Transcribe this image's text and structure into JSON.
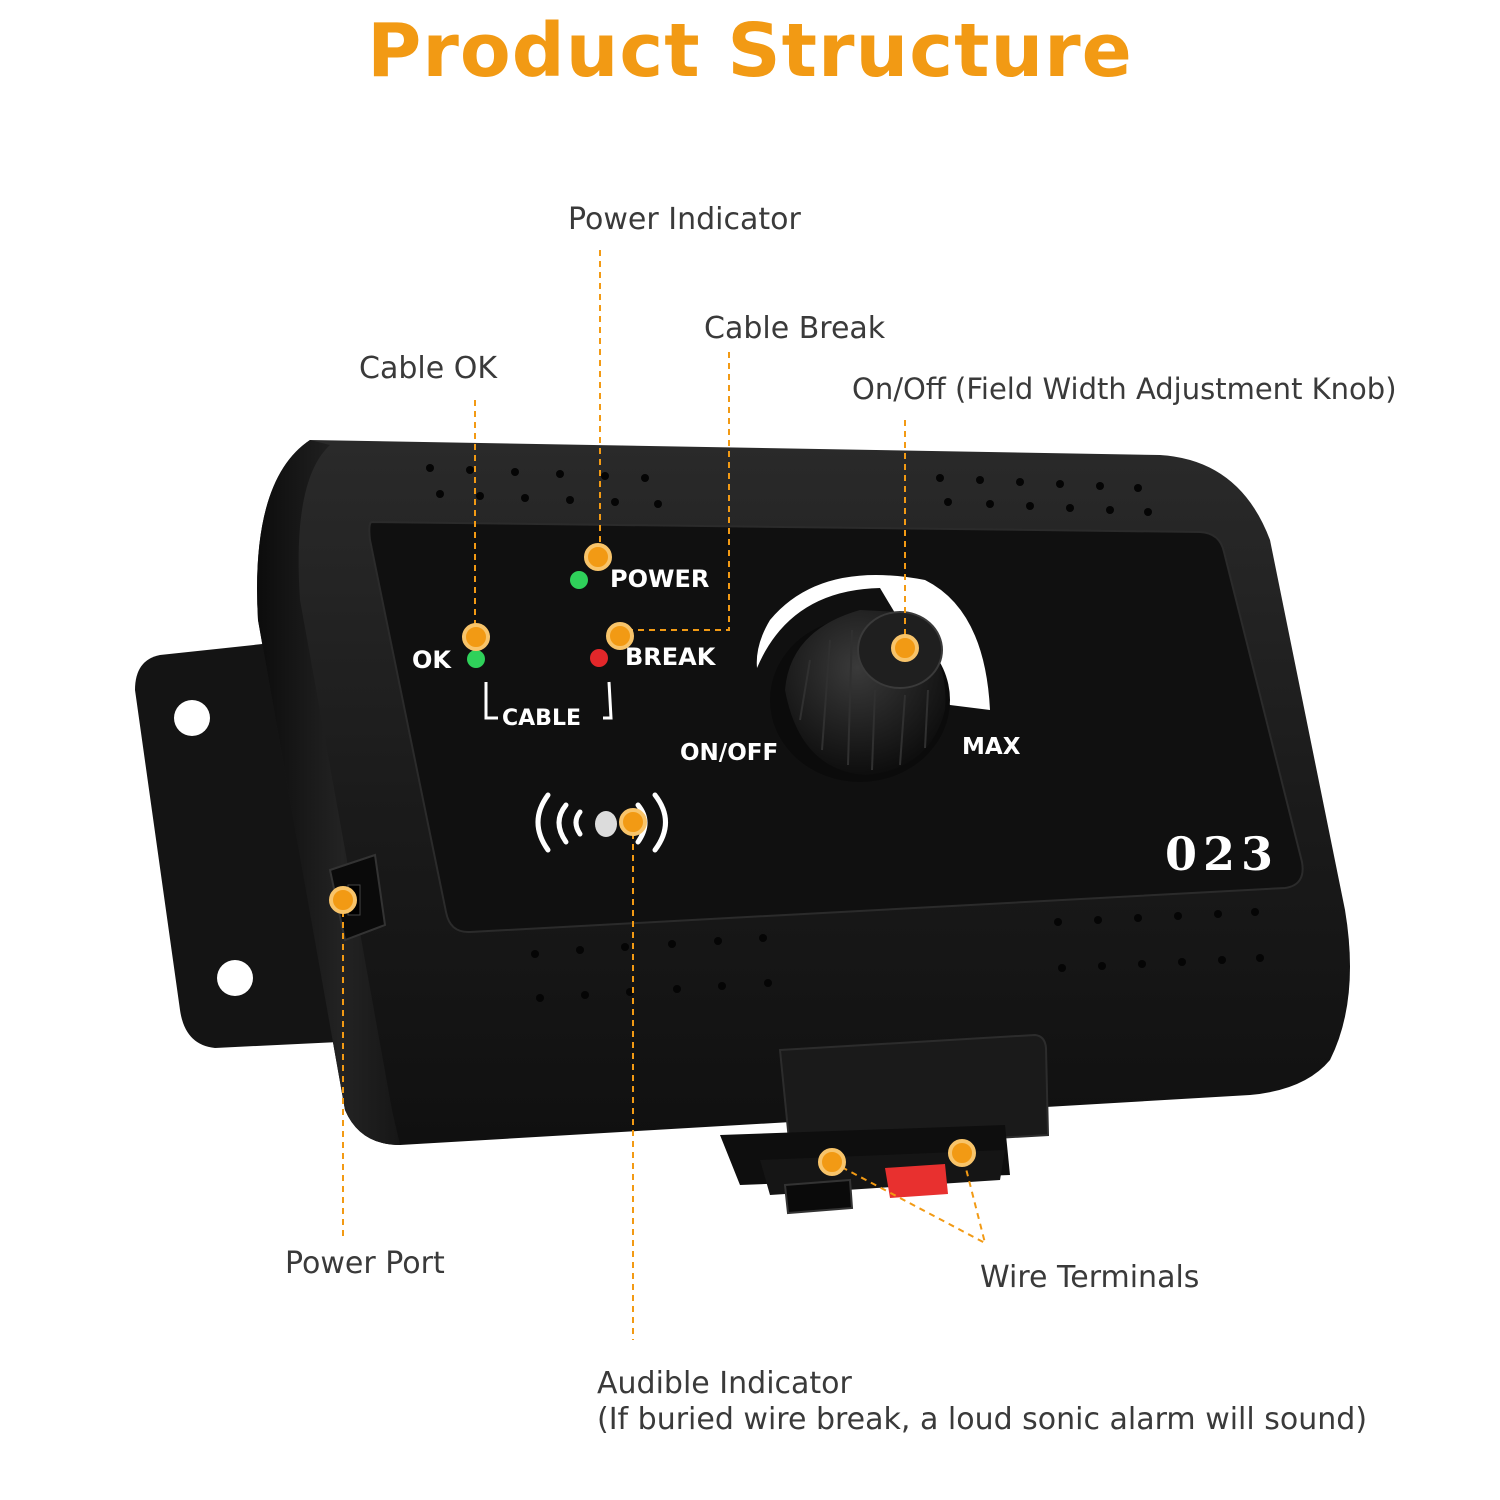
{
  "title": "Product Structure",
  "callouts": {
    "power_indicator": "Power Indicator",
    "cable_break": "Cable Break",
    "cable_ok": "Cable OK",
    "on_off_knob": "On/Off (Field Width Adjustment Knob)",
    "power_port": "Power Port",
    "wire_terminals": "Wire Terminals",
    "audible_indicator_line1": "Audible Indicator",
    "audible_indicator_line2": "(If buried wire break, a loud sonic alarm will sound)"
  },
  "panel": {
    "power_label": "POWER",
    "ok_label": "OK",
    "break_label": "BREAK",
    "cable_label": "CABLE",
    "on_off_label": "ON/OFF",
    "max_label": "MAX",
    "model_number": "023"
  },
  "colors": {
    "accent": "#f29a14",
    "device_body": "#1c1c1c",
    "panel_face": "#111111",
    "led_green": "#2fd15a",
    "led_red": "#e3272a",
    "terminal_red": "#e8302f"
  },
  "icons": {
    "sound_waves": "sound-wave-icon"
  }
}
